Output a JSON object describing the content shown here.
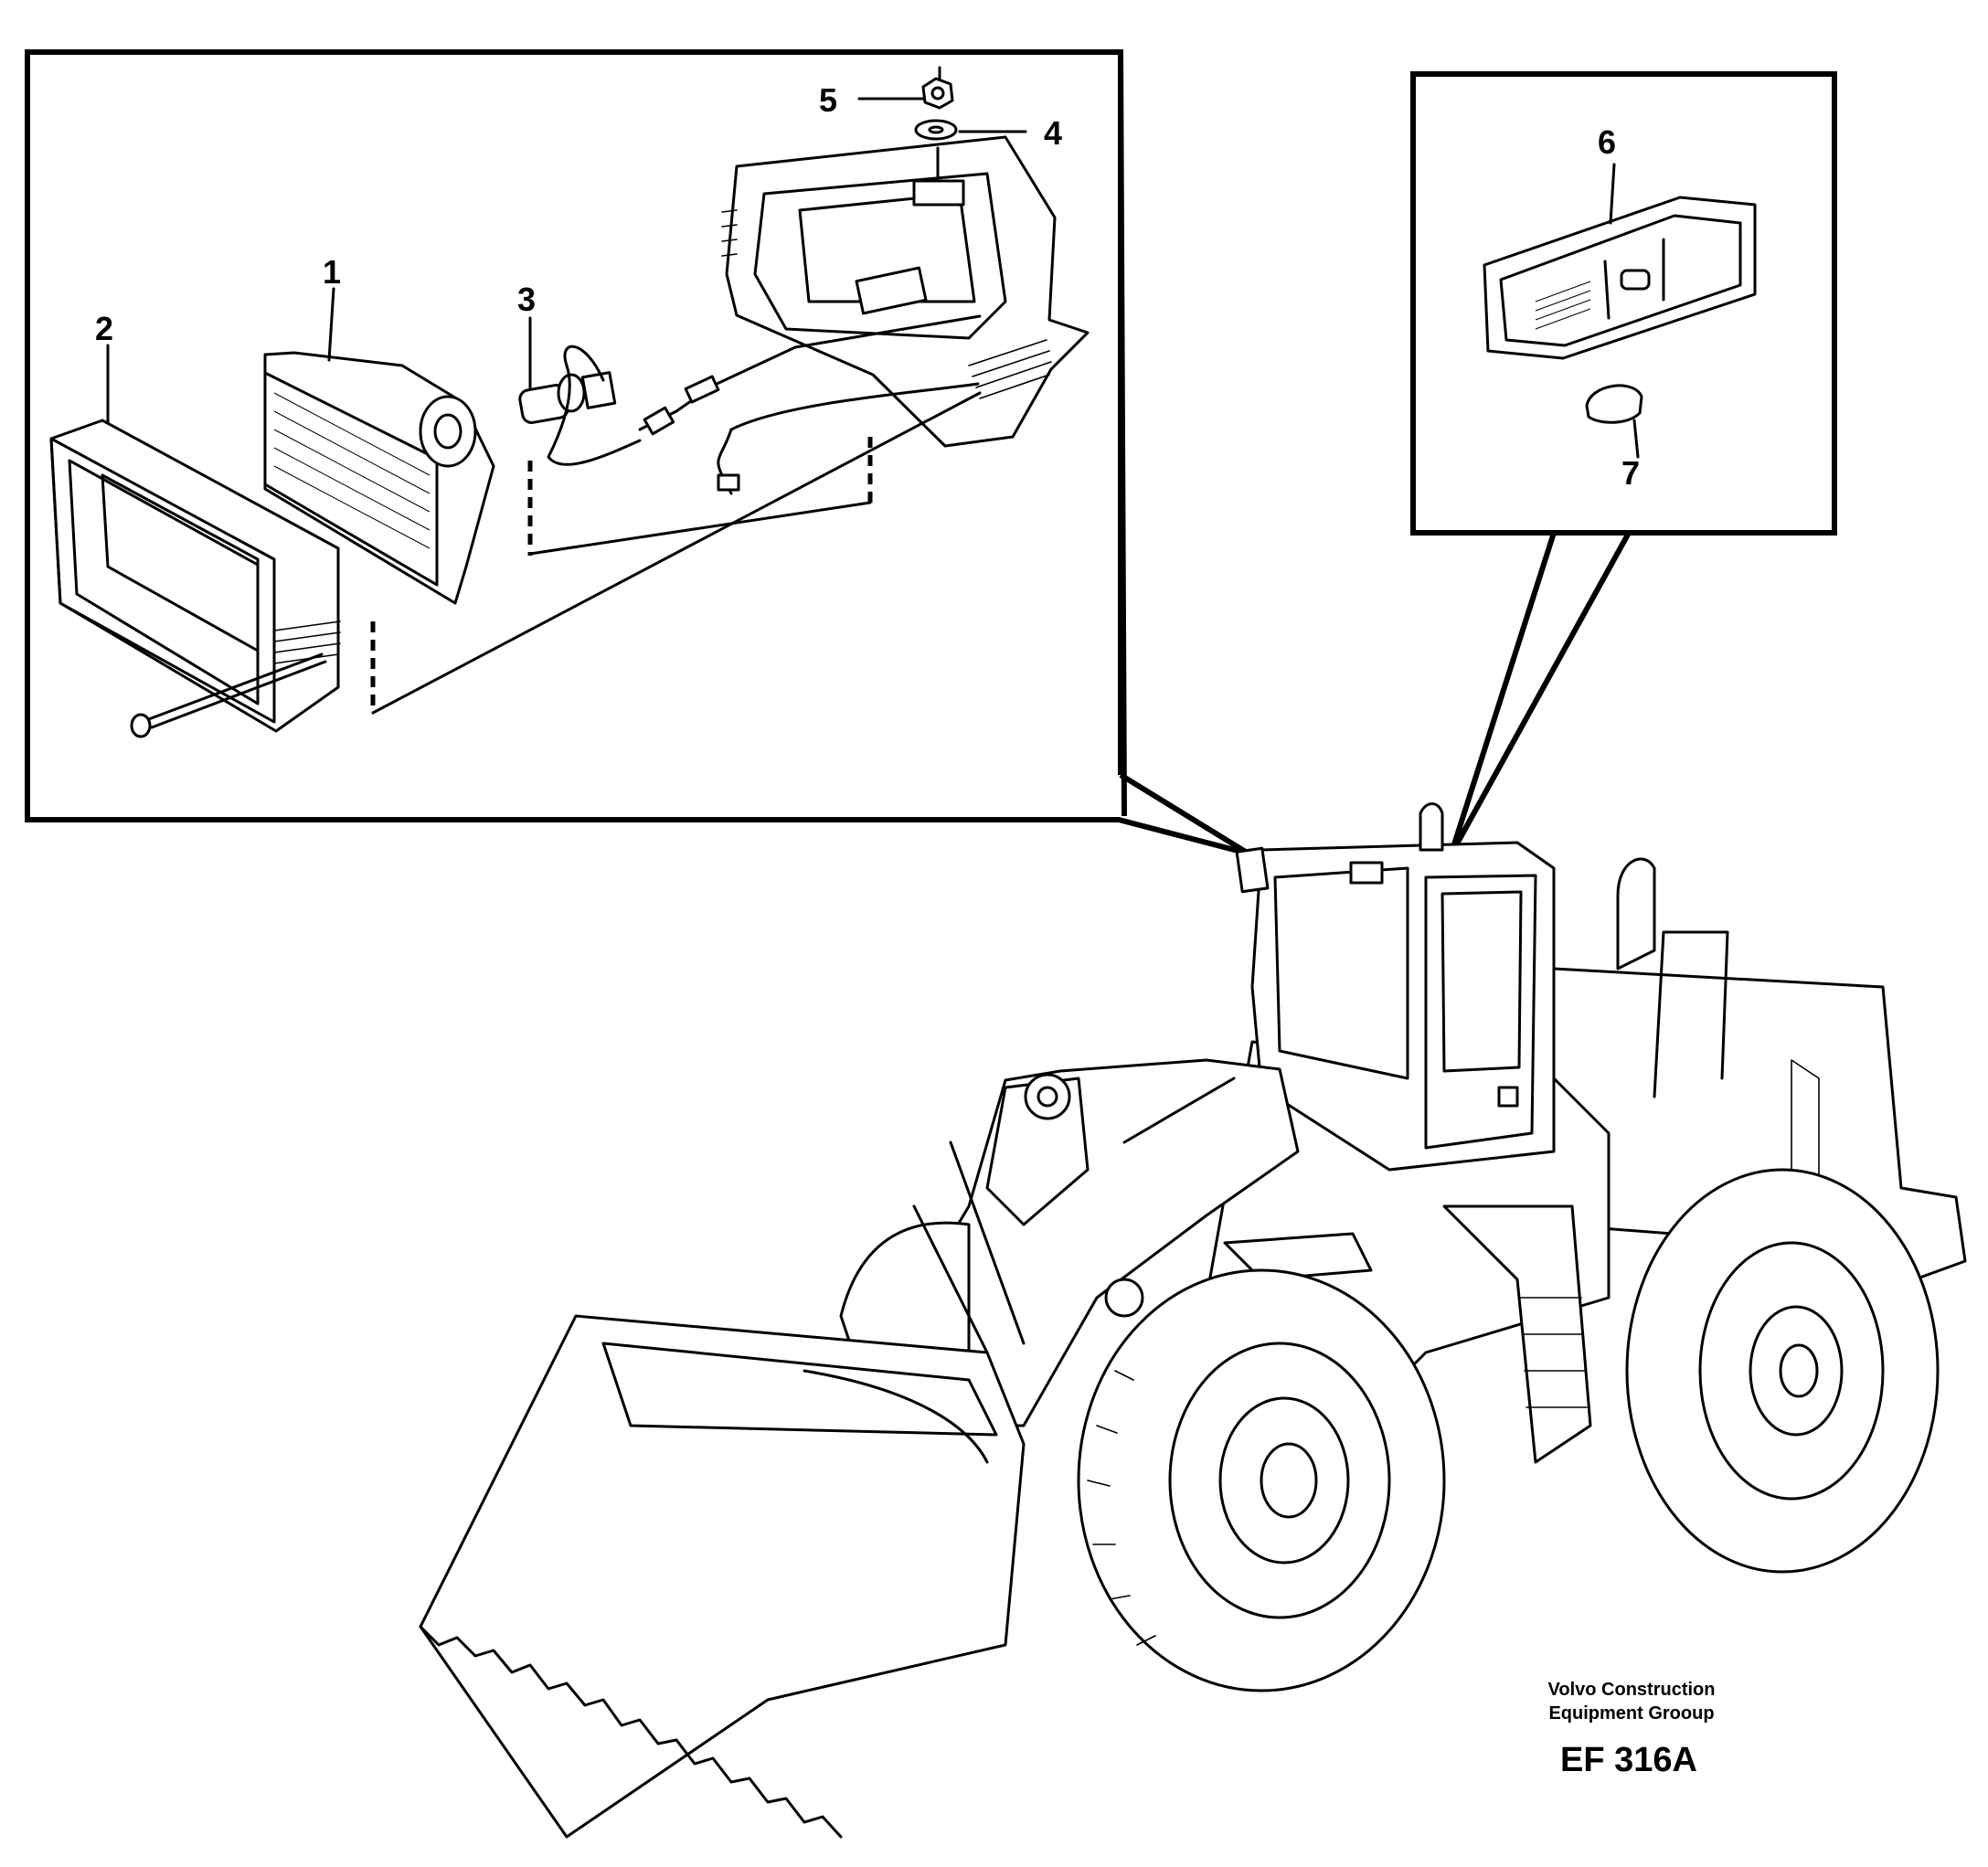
{
  "callouts": [
    {
      "id": "1",
      "text": "1"
    },
    {
      "id": "2",
      "text": "2"
    },
    {
      "id": "3",
      "text": "3"
    },
    {
      "id": "4",
      "text": "4"
    },
    {
      "id": "5",
      "text": "5"
    },
    {
      "id": "6",
      "text": "6"
    },
    {
      "id": "7",
      "text": "7"
    }
  ],
  "credit": {
    "line1": "Volvo Construction",
    "line2": "Equipment Groоup"
  },
  "figure_id": "EF 316A",
  "parts": {
    "work_light": "work-light-assembly",
    "cab_lamp": "cab-interior-lamp",
    "machine": "wheel-loader"
  }
}
